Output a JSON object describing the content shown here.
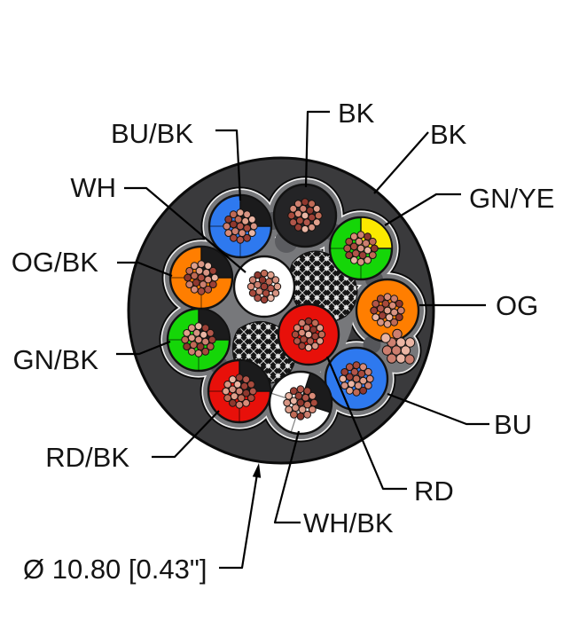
{
  "diagram": {
    "kind": "multi-conductor shielded cable cross-section",
    "dimension_label": "Ø 10.80 [0.43\"]",
    "jacket": {
      "label": "BK",
      "color": "#3a3a3c"
    },
    "filler_color": "#77787b",
    "liner_color": "#f2f2f2",
    "shield_mesh_color": "#141414",
    "shield_mesh_line_color": "#e6e6e6",
    "copper_palette": [
      "#b2564a",
      "#cd7f6f",
      "#e0a08c",
      "#9c4036",
      "#d98b78",
      "#c06a55",
      "#eab5a4",
      "#a84a3c",
      "#8f382e",
      "#d79483"
    ],
    "conductors": [
      {
        "id": "bu-bk",
        "label": "BU/BK",
        "color": "#2e79ef",
        "mark_color": "#1b1b1c"
      },
      {
        "id": "bk",
        "label": "BK",
        "color": "#242426",
        "mark_color": null
      },
      {
        "id": "gn-ye",
        "label": "GN/YE",
        "color": "#15d608",
        "mark_color": "#fbe900"
      },
      {
        "id": "og",
        "label": "OG",
        "color": "#ff7e00",
        "mark_color": null
      },
      {
        "id": "bu",
        "label": "BU",
        "color": "#2e79ef",
        "mark_color": null
      },
      {
        "id": "wh-bk",
        "label": "WH/BK",
        "color": "#ffffff",
        "mark_color": "#1b1b1c"
      },
      {
        "id": "rd-bk",
        "label": "RD/BK",
        "color": "#e8100a",
        "mark_color": "#1b1b1c"
      },
      {
        "id": "gn-bk",
        "label": "GN/BK",
        "color": "#15d608",
        "mark_color": "#1b1b1c"
      },
      {
        "id": "og-bk",
        "label": "OG/BK",
        "color": "#ff7e00",
        "mark_color": "#1b1b1c"
      },
      {
        "id": "wh",
        "label": "WH",
        "color": "#ffffff",
        "mark_color": null
      },
      {
        "id": "rd",
        "label": "RD",
        "color": "#e8100a",
        "mark_color": null
      }
    ],
    "annotations": [
      {
        "text": "BU/BK",
        "target": "bu-bk"
      },
      {
        "text": "BK",
        "target": "bk"
      },
      {
        "text": "BK",
        "target": "jacket"
      },
      {
        "text": "GN/YE",
        "target": "gn-ye"
      },
      {
        "text": "WH",
        "target": "wh"
      },
      {
        "text": "OG/BK",
        "target": "og-bk"
      },
      {
        "text": "OG",
        "target": "og"
      },
      {
        "text": "GN/BK",
        "target": "gn-bk"
      },
      {
        "text": "BU",
        "target": "bu"
      },
      {
        "text": "RD/BK",
        "target": "rd-bk"
      },
      {
        "text": "RD",
        "target": "rd"
      },
      {
        "text": "WH/BK",
        "target": "wh-bk"
      },
      {
        "text": "Ø 10.80 [0.43\"]",
        "target": "outer-diameter"
      }
    ]
  }
}
